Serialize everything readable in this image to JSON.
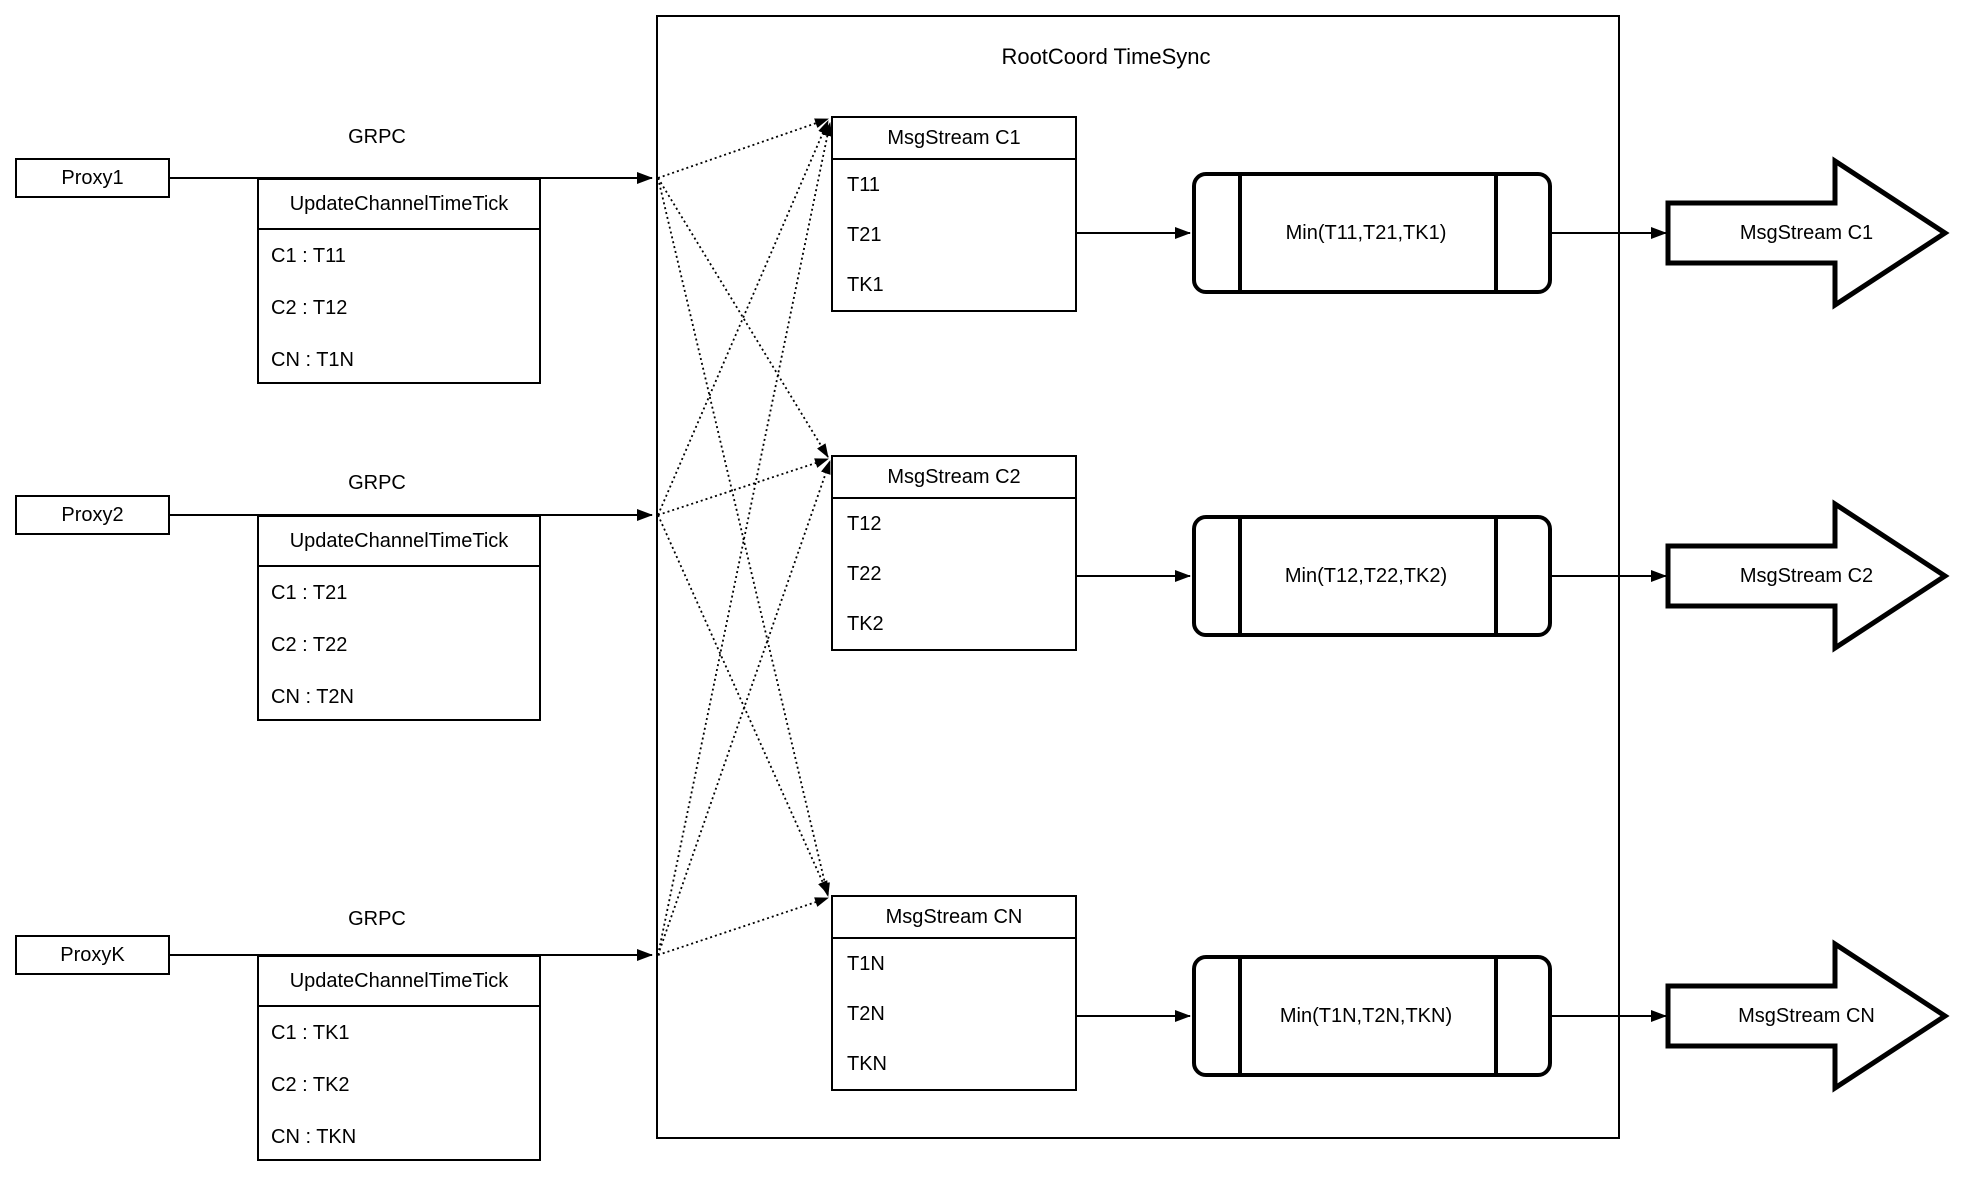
{
  "diagram": {
    "container_title": "RootCoord TimeSync",
    "grpc_label": "GRPC",
    "colors": {
      "stroke": "#000000",
      "background": "#ffffff"
    },
    "proxies": [
      {
        "name": "Proxy1",
        "table_header": "UpdateChannelTimeTick",
        "rows": [
          "C1 : T11",
          "C2 : T12",
          "CN : T1N"
        ]
      },
      {
        "name": "Proxy2",
        "table_header": "UpdateChannelTimeTick",
        "rows": [
          "C1 : T21",
          "C2 : T22",
          "CN : T2N"
        ]
      },
      {
        "name": "ProxyK",
        "table_header": "UpdateChannelTimeTick",
        "rows": [
          "C1 : TK1",
          "C2 : TK2",
          "CN : TKN"
        ]
      }
    ],
    "msgstreams": [
      {
        "header": "MsgStream C1",
        "rows": [
          "T11",
          "T21",
          "TK1"
        ],
        "min_label": "Min(T11,T21,TK1)",
        "output_label": "MsgStream C1"
      },
      {
        "header": "MsgStream C2",
        "rows": [
          "T12",
          "T22",
          "TK2"
        ],
        "min_label": "Min(T12,T22,TK2)",
        "output_label": "MsgStream C2"
      },
      {
        "header": "MsgStream CN",
        "rows": [
          "T1N",
          "T2N",
          "TKN"
        ],
        "min_label": "Min(T1N,T2N,TKN)",
        "output_label": "MsgStream CN"
      }
    ]
  }
}
